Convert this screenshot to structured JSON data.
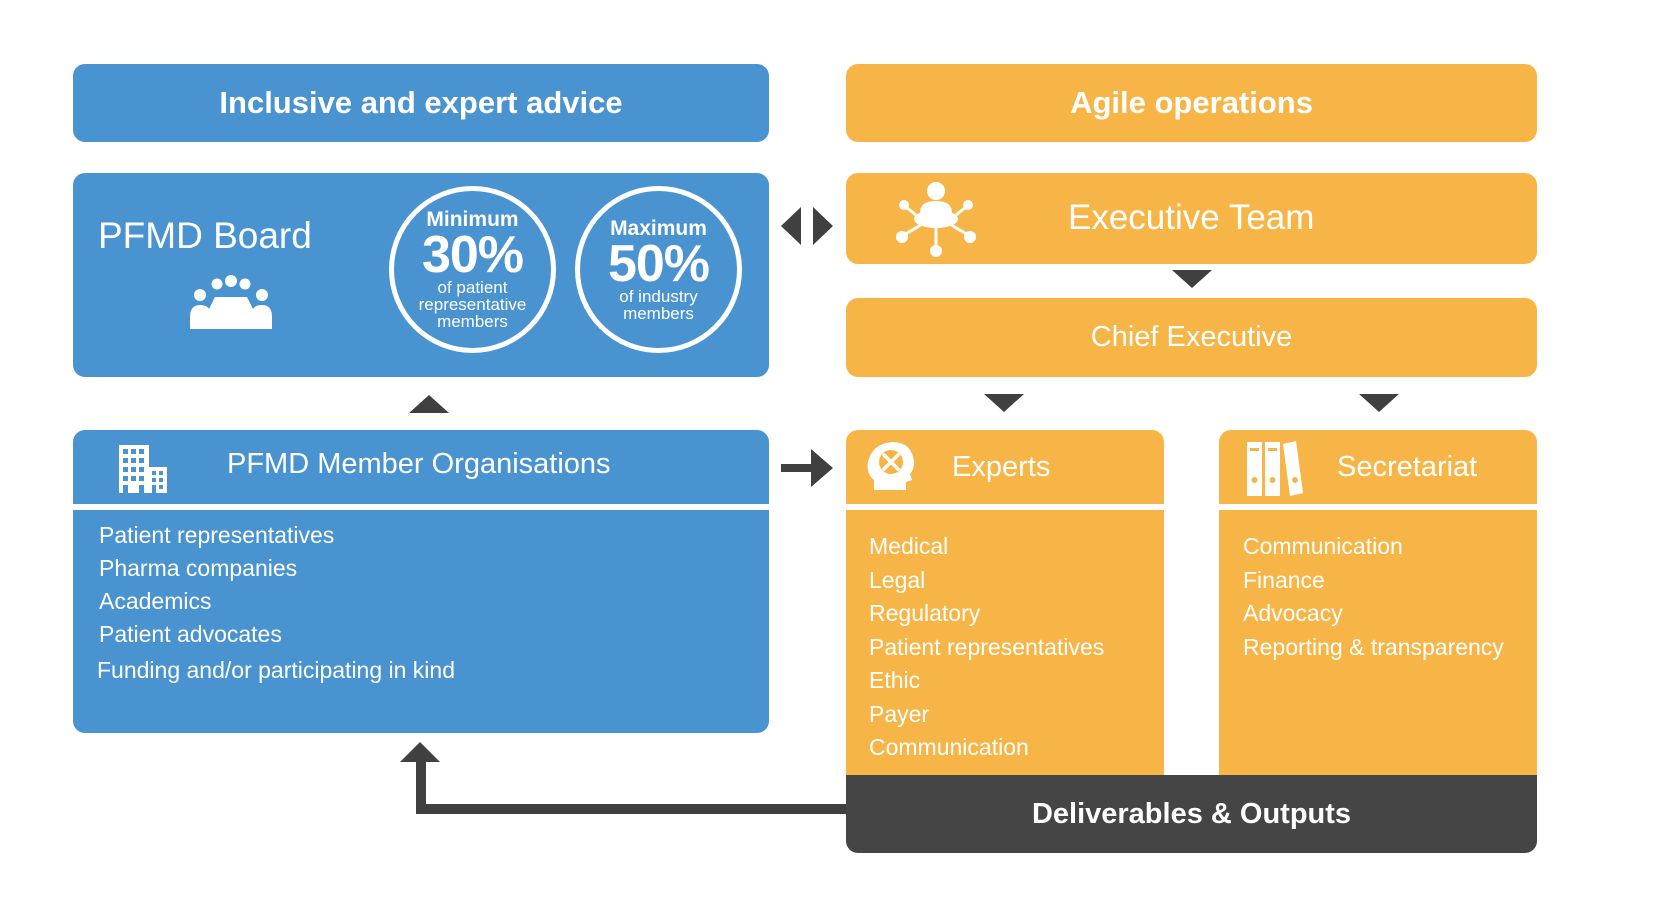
{
  "left": {
    "header": "Inclusive and expert advice",
    "board": {
      "title": "PFMD Board",
      "min_circle": {
        "top": "Minimum",
        "value": "30%",
        "line1": "of patient",
        "line2": "representative",
        "line3": "members"
      },
      "max_circle": {
        "top": "Maximum",
        "value": "50%",
        "line1": "of industry",
        "line2": "members"
      }
    },
    "members": {
      "title": "PFMD Member Organisations",
      "items": [
        "Patient representatives",
        "Pharma companies",
        "Academics",
        "Patient advocates",
        "Funding and/or participating in kind"
      ]
    }
  },
  "right": {
    "header": "Agile operations",
    "executive_team": "Executive Team",
    "chief_executive": "Chief Executive",
    "experts": {
      "title": "Experts",
      "items": [
        "Medical",
        "Legal",
        "Regulatory",
        "Patient representatives",
        "Ethic",
        "Payer",
        "Communication"
      ]
    },
    "secretariat": {
      "title": "Secretariat",
      "items": [
        "Communication",
        "Finance",
        "Advocacy",
        "Reporting & transparency"
      ]
    },
    "deliverables": "Deliverables & Outputs"
  },
  "colors": {
    "blue": "#4a93d1",
    "orange": "#f8b547",
    "dark": "#454545",
    "arrow": "#404040"
  },
  "icons": [
    "meeting-table-icon",
    "buildings-icon",
    "network-person-icon",
    "head-tools-icon",
    "binders-icon"
  ]
}
